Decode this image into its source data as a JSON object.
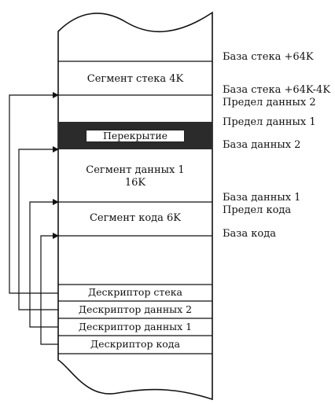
{
  "segments": {
    "stack": "Сегмент стека 4K",
    "overlap": "Перекрытие",
    "data1_line1": "Сегмент данных 1",
    "data1_line2": "16K",
    "code": "Сегмент кода 6K"
  },
  "descriptors": {
    "stack": "Дескриптор стека",
    "data2": "Дескриптор данных 2",
    "data1": "Дескриптор данных 1",
    "code": "Дескриптор  кода"
  },
  "addresses": {
    "stack_base_top": "База стека +64K",
    "stack_base_limit": "База стека +64K-4K",
    "data2_limit": "Предел данных 2",
    "data1_limit": "Предел данных 1",
    "data2_base": "База данных 2",
    "data1_base": "База данных 1",
    "code_limit": "Предел кода",
    "code_base": "База кода"
  },
  "colors": {
    "ink": "#111111",
    "overlap_fill": "#2b2b2b"
  }
}
